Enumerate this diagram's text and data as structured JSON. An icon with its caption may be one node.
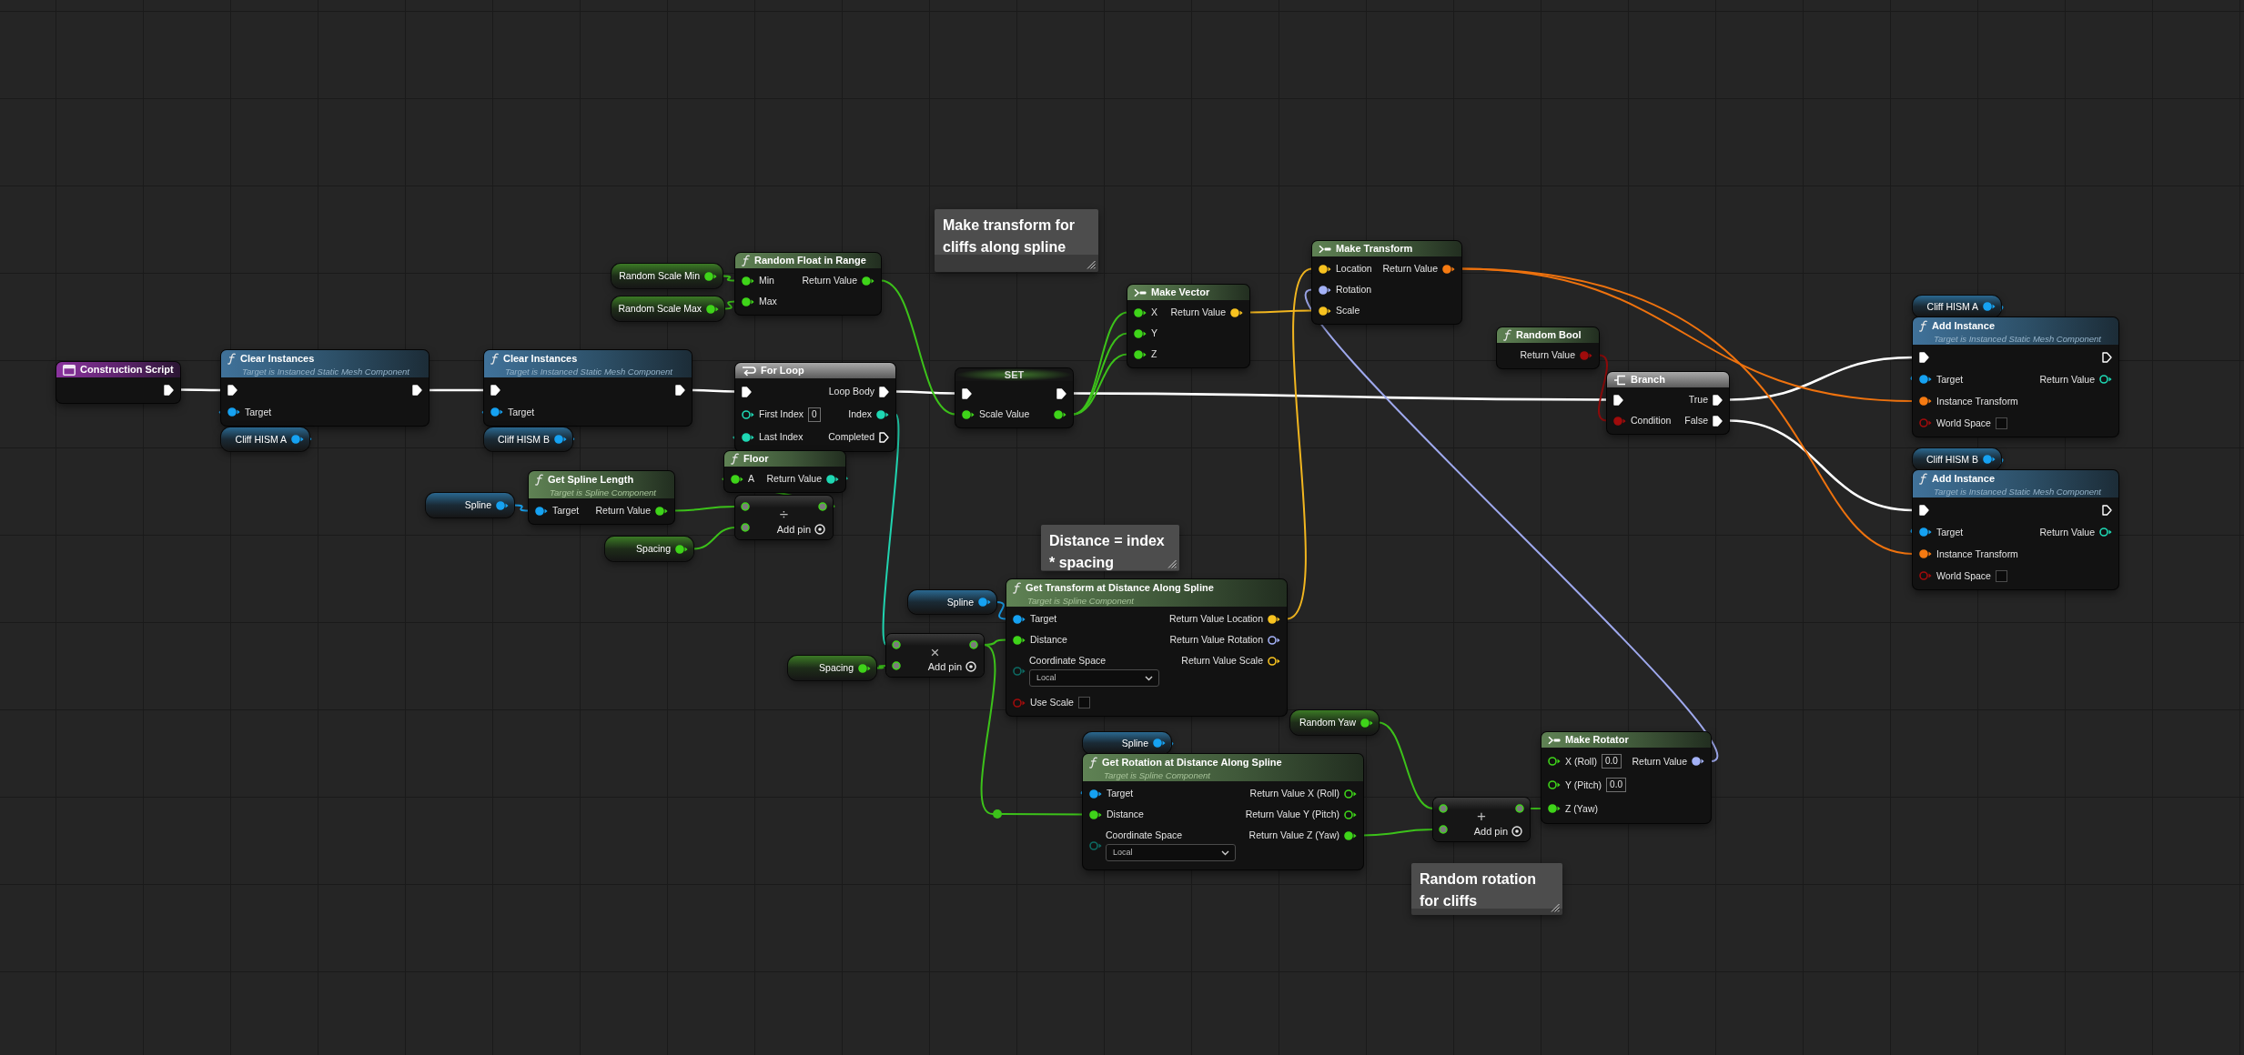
{
  "diagram": {
    "nodes": [
      {
        "text": [
          "Construction Script"
        ]
      },
      {
        "text": [
          "Clear Instances",
          "Target is Instanced Static Mesh Component",
          "Target"
        ]
      },
      {
        "text": [
          "Cliff HISM A"
        ]
      },
      {
        "text": [
          "Clear Instances",
          "Target is Instanced Static Mesh Component",
          "Target"
        ]
      },
      {
        "text": [
          "Cliff HISM B"
        ]
      },
      {
        "text": [
          "Random Scale Min"
        ]
      },
      {
        "text": [
          "Random Scale Max"
        ]
      },
      {
        "text": [
          "Random Float in Range",
          "Min",
          "Return Value",
          "Max"
        ]
      },
      {
        "text": [
          "For Loop",
          "Loop Body",
          "First Index",
          "0",
          "Index",
          "Last Index",
          "Completed"
        ]
      },
      {
        "text": [
          "Floor",
          "A",
          "Return Value"
        ]
      },
      {
        "text": [
          "Spline"
        ]
      },
      {
        "text": [
          "Get Spline Length",
          "Target is Spline Component",
          "Target",
          "Return Value"
        ]
      },
      {
        "text": [
          "÷",
          "Add pin"
        ]
      },
      {
        "text": [
          "Spacing"
        ]
      },
      {
        "text": [
          "Make transform for cliffs along spline"
        ]
      },
      {
        "text": [
          "SET",
          "Scale Value"
        ]
      },
      {
        "text": [
          "Make Vector",
          "X",
          "Return Value",
          "Y",
          "Z"
        ]
      },
      {
        "text": [
          "Make Transform",
          "Location",
          "Return Value",
          "Rotation",
          "Scale"
        ]
      },
      {
        "text": [
          "Random Bool",
          "Return Value"
        ]
      },
      {
        "text": [
          "Branch",
          "True",
          "Condition",
          "False"
        ]
      },
      {
        "text": [
          "Cliff HISM A"
        ]
      },
      {
        "text": [
          "Add Instance",
          "Target is Instanced Static Mesh Component",
          "Target",
          "Return Value",
          "Instance Transform",
          "World Space"
        ]
      },
      {
        "text": [
          "Cliff HISM B"
        ]
      },
      {
        "text": [
          "Add Instance",
          "Target is Instanced Static Mesh Component",
          "Target",
          "Return Value",
          "Instance Transform",
          "World Space"
        ]
      },
      {
        "text": [
          "Distance = index * spacing"
        ]
      },
      {
        "text": [
          "Spline"
        ]
      },
      {
        "text": [
          "Get Transform at Distance Along Spline",
          "Target is Spline Component",
          "Target",
          "Return Value Location",
          "Distance",
          "Return Value Rotation",
          "Coordinate Space",
          "Return Value Scale",
          "Local",
          "Use Scale"
        ]
      },
      {
        "text": [
          "Spacing"
        ]
      },
      {
        "text": [
          "×",
          "Add pin"
        ]
      },
      {
        "text": [
          "Random Yaw"
        ]
      },
      {
        "text": [
          "Spline"
        ]
      },
      {
        "text": [
          "Get Rotation at Distance Along Spline",
          "Target is Spline Component",
          "Target",
          "Return Value X (Roll)",
          "Distance",
          "Return Value Y (Pitch)",
          "Coordinate Space",
          "Return Value Z (Yaw)",
          "Local"
        ]
      },
      {
        "text": [],
        "shape": "circle"
      },
      {
        "text": [
          "+",
          "Add pin"
        ]
      },
      {
        "text": [
          "Make Rotator",
          "X (Roll)",
          "0.0",
          "Return Value",
          "Y (Pitch)",
          "0.0",
          "Z (Yaw)"
        ]
      },
      {
        "text": [
          "Random rotation for cliffs"
        ]
      }
    ],
    "edges": [
      {
        "from": 0,
        "to": 1,
        "arrow": "none",
        "color": "#ffffff"
      },
      {
        "from": 1,
        "to": 3,
        "arrow": "none",
        "color": "#ffffff"
      },
      {
        "from": 3,
        "to": 8,
        "arrow": "none",
        "color": "#ffffff"
      },
      {
        "from": 8,
        "to": 15,
        "arrow": "none",
        "color": "#ffffff"
      },
      {
        "from": 15,
        "to": 19,
        "arrow": "none",
        "color": "#ffffff"
      },
      {
        "from": 19,
        "to": 21,
        "arrow": "none",
        "color": "#ffffff"
      },
      {
        "from": 19,
        "to": 23,
        "arrow": "none",
        "color": "#ffffff"
      },
      {
        "from": 2,
        "to": 1,
        "arrow": "none",
        "color": "#1aa0ec"
      },
      {
        "from": 4,
        "to": 3,
        "arrow": "none",
        "color": "#1aa0ec"
      },
      {
        "from": 5,
        "to": 7,
        "arrow": "none"
      },
      {
        "from": 6,
        "to": 7,
        "arrow": "none"
      },
      {
        "from": 7,
        "to": 15,
        "arrow": "none"
      },
      {
        "from": 15,
        "to": 16,
        "arrow": "none"
      },
      {
        "from": 15,
        "to": 16,
        "arrow": "none"
      },
      {
        "from": 15,
        "to": 16,
        "arrow": "none"
      },
      {
        "from": 10,
        "to": 11,
        "arrow": "none",
        "color": "#1aa0ec"
      },
      {
        "from": 11,
        "to": 12,
        "arrow": "none"
      },
      {
        "from": 13,
        "to": 12,
        "arrow": "none"
      },
      {
        "from": 12,
        "to": 9,
        "arrow": "none"
      },
      {
        "from": 9,
        "to": 8,
        "arrow": "none",
        "color": "#20d4b0"
      },
      {
        "from": 8,
        "to": 28,
        "arrow": "none",
        "color": "#20d4b0"
      },
      {
        "from": 27,
        "to": 28,
        "arrow": "none"
      },
      {
        "from": 25,
        "to": 26,
        "arrow": "none",
        "color": "#1aa0ec"
      },
      {
        "from": 28,
        "to": 26,
        "arrow": "none"
      },
      {
        "from": 28,
        "to": 32,
        "arrow": "none"
      },
      {
        "from": 32,
        "to": 31,
        "arrow": "none"
      },
      {
        "from": 30,
        "to": 31,
        "arrow": "none",
        "color": "#1aa0ec"
      },
      {
        "from": 29,
        "to": 33,
        "arrow": "none"
      },
      {
        "from": 31,
        "to": 33,
        "arrow": "none"
      },
      {
        "from": 33,
        "to": 34,
        "arrow": "none"
      },
      {
        "from": 34,
        "to": 17,
        "arrow": "none",
        "color": "#9fa9ee"
      },
      {
        "from": 26,
        "to": 17,
        "arrow": "none",
        "color": "#f2b61f"
      },
      {
        "from": 16,
        "to": 17,
        "arrow": "none",
        "color": "#f2b61f"
      },
      {
        "from": 17,
        "to": 21,
        "arrow": "none",
        "color": "#ee720e"
      },
      {
        "from": 17,
        "to": 23,
        "arrow": "none",
        "color": "#ee720e"
      },
      {
        "from": 18,
        "to": 19,
        "arrow": "none",
        "color": "#8e0b0b"
      },
      {
        "from": 20,
        "to": 21,
        "arrow": "none",
        "color": "#1aa0ec"
      },
      {
        "from": 22,
        "to": 23,
        "arrow": "none",
        "color": "#1aa0ec"
      }
    ]
  }
}
